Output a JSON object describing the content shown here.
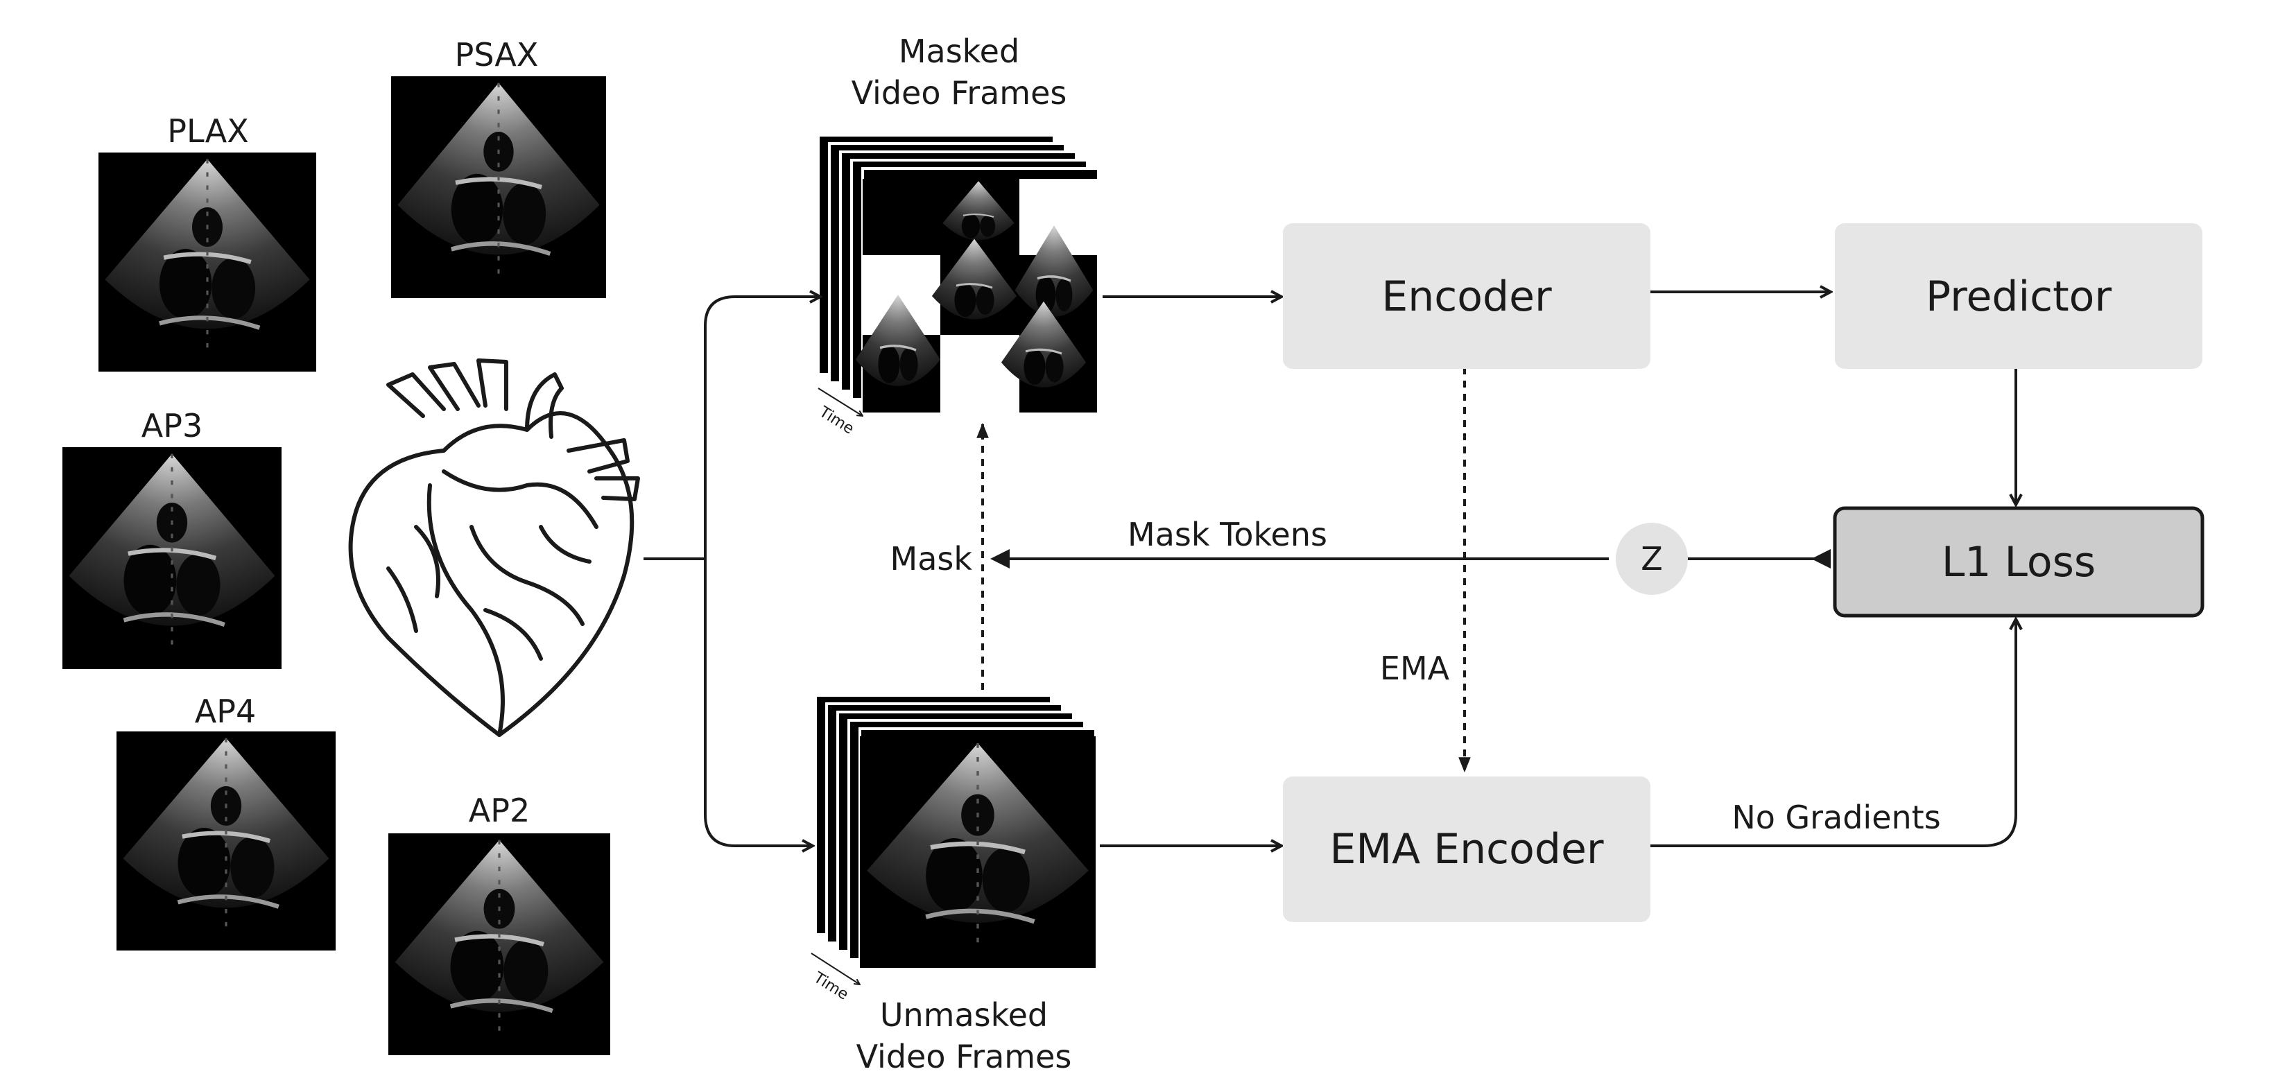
{
  "views": {
    "plax": "PLAX",
    "psax": "PSAX",
    "ap3": "AP3",
    "ap4": "AP4",
    "ap2": "AP2"
  },
  "frames": {
    "masked_line1": "Masked",
    "masked_line2": "Video Frames",
    "unmasked_line1": "Unmasked",
    "unmasked_line2": "Video Frames",
    "time": "Time"
  },
  "boxes": {
    "encoder": "Encoder",
    "predictor": "Predictor",
    "ema_encoder": "EMA Encoder",
    "loss": "L1 Loss",
    "z": "Z"
  },
  "edges": {
    "mask": "Mask",
    "mask_tokens": "Mask Tokens",
    "ema": "EMA",
    "no_gradients": "No Gradients"
  },
  "icons": {
    "heart": "heart-illustration-icon",
    "echo": "echocardiogram-view-icon"
  },
  "colors": {
    "box_fill": "#e6e6e6",
    "loss_fill": "#cccccc",
    "z_fill": "#e3e3e3",
    "line": "#1a1a1a",
    "echo_bg": "#000000"
  }
}
